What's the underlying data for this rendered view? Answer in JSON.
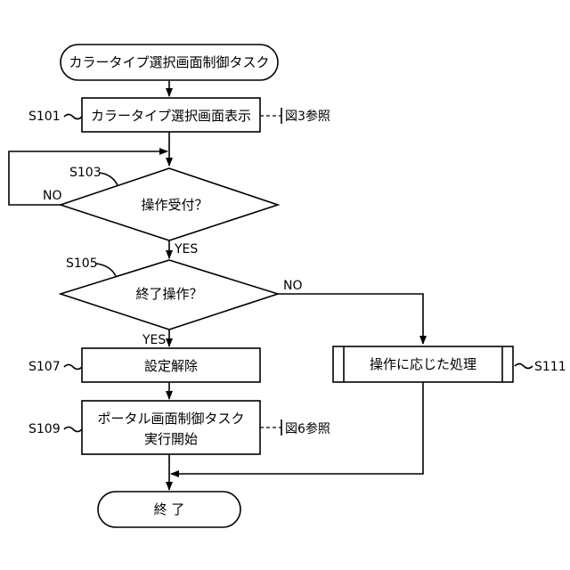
{
  "flowchart": {
    "start_label": "カラータイプ選択画面制御タスク",
    "end_label": "終 了",
    "steps": {
      "s101": {
        "id": "S101",
        "label": "カラータイプ選択画面表示",
        "ref": "図3参照"
      },
      "s103": {
        "id": "S103",
        "label": "操作受付？"
      },
      "s105": {
        "id": "S105",
        "label": "終了操作？"
      },
      "s107": {
        "id": "S107",
        "label": "設定解除"
      },
      "s109": {
        "id": "S109",
        "label_line1": "ポータル画面制御タスク",
        "label_line2": "実行開始",
        "ref": "図6参照"
      },
      "s111": {
        "id": "S111",
        "label": "操作に応じた処理"
      }
    },
    "branches": {
      "s103_no": "NO",
      "s103_yes": "YES",
      "s105_no": "NO",
      "s105_yes": "YES"
    }
  }
}
